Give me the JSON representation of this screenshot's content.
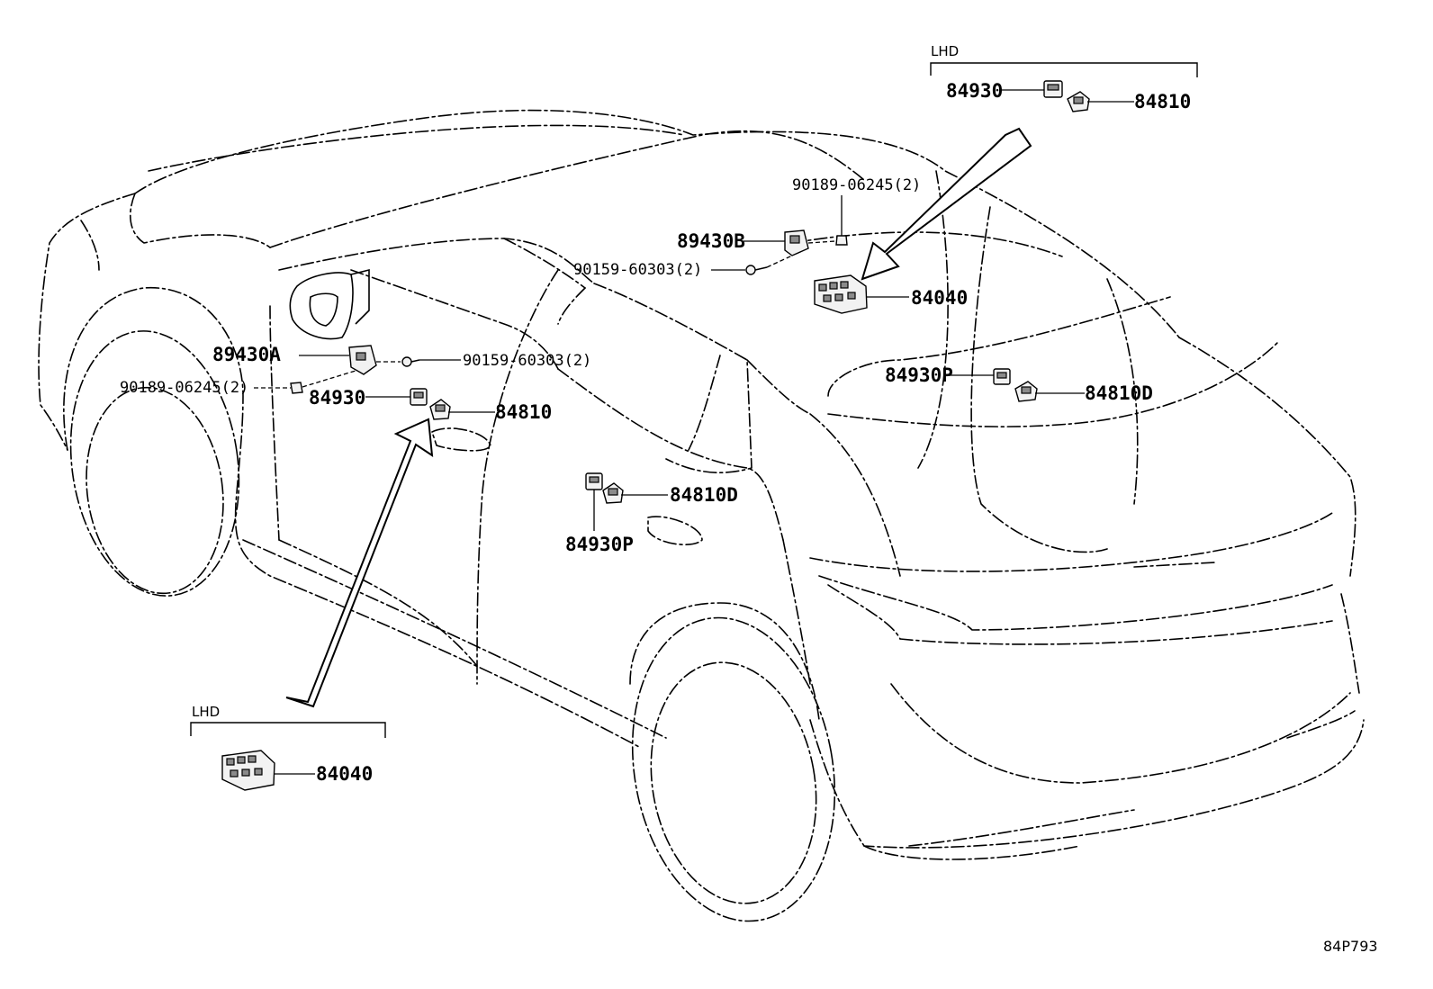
{
  "diagram": {
    "lhd_label": "LHD",
    "ref_code": "84P793",
    "parts": {
      "p84930_top": "84930",
      "p84810_top": "84810",
      "p90189_right": "90189-06245(2)",
      "p89430B": "89430B",
      "p90159_right": "90159-60303(2)",
      "p84040_right": "84040",
      "p84930P_right": "84930P",
      "p84810D_right": "84810D",
      "p89430A": "89430A",
      "p90159_left": "90159-60303(2)",
      "p90189_left": "90189-06245(2)",
      "p84930_left": "84930",
      "p84810_left": "84810",
      "p84810D_mid": "84810D",
      "p84930P_mid": "84930P",
      "p84040_bottom": "84040"
    }
  }
}
